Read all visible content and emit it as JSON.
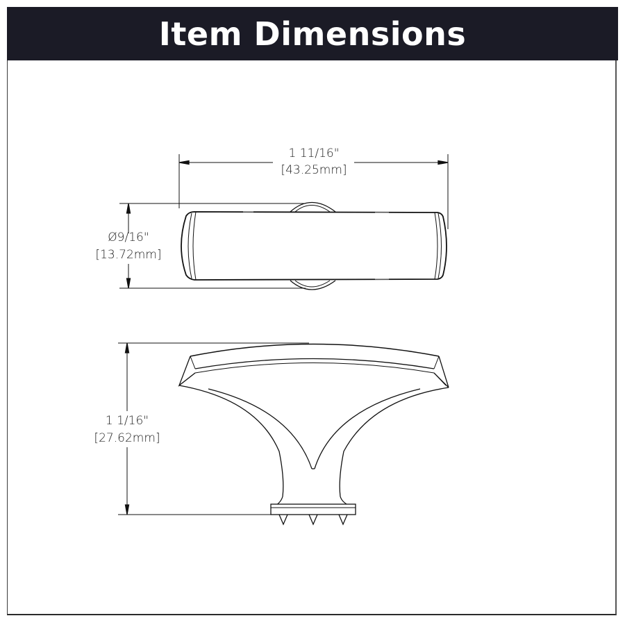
{
  "header": {
    "title": "Item Dimensions",
    "background_color": "#1b1b26",
    "text_color": "#ffffff"
  },
  "top_view": {
    "width_dimension": {
      "imperial": "1 11/16\"",
      "metric": "[43.25mm]"
    },
    "diameter_dimension": {
      "imperial": "Ø9/16\"",
      "metric": "[13.72mm]"
    }
  },
  "side_view": {
    "height_dimension": {
      "imperial": "1 1/16\"",
      "metric": "[27.62mm]"
    }
  },
  "colors": {
    "line": "#111111",
    "frame_border": "#3a3a3a"
  }
}
